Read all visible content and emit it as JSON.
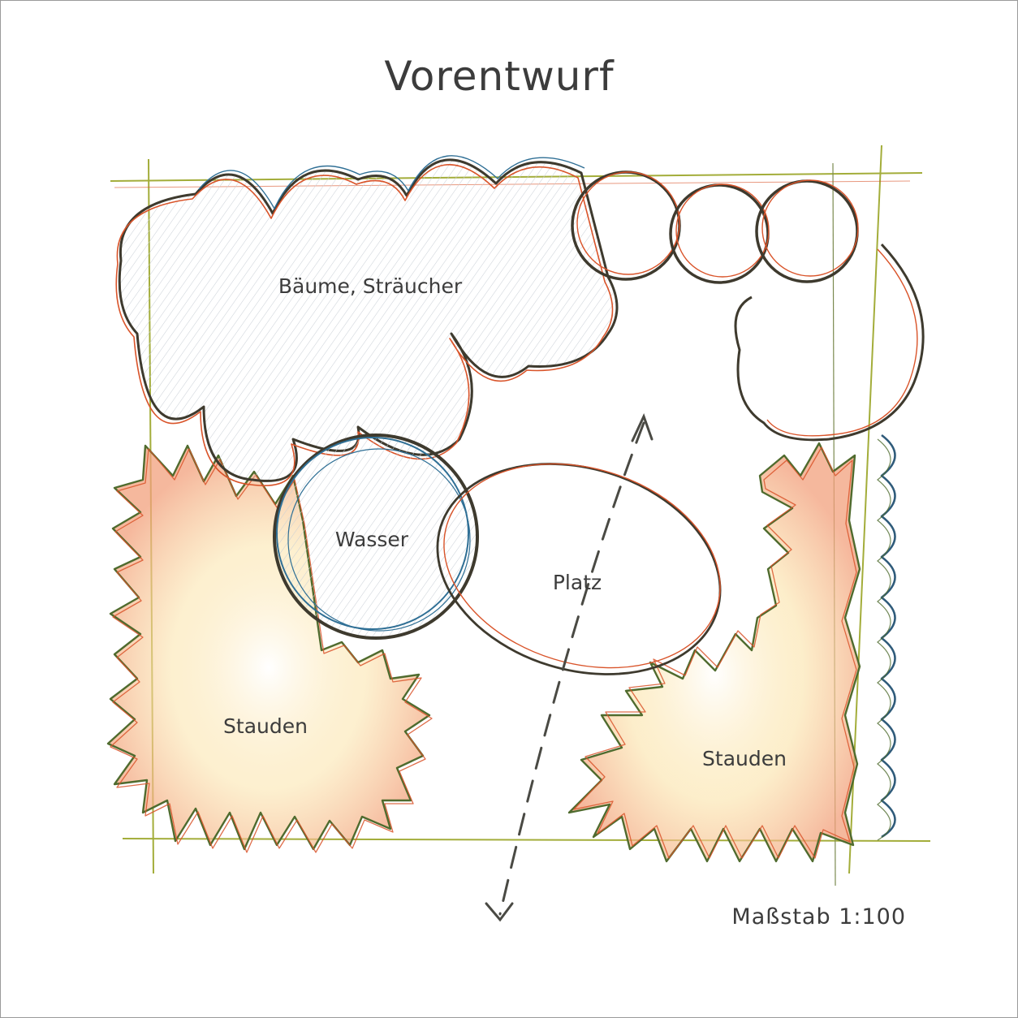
{
  "plan": {
    "title": "Vorentwurf",
    "scale": "Maßstab 1:100",
    "areas": {
      "trees": "Bäume, Sträucher",
      "water": "Wasser",
      "patio": "Platz",
      "perennials_left": "Stauden",
      "perennials_right": "Stauden"
    }
  },
  "colors": {
    "outline_dark": "#3e3a2e",
    "outline_red": "#d9542a",
    "outline_blue": "#2f6f95",
    "outline_green": "#4f6b2e",
    "boundary": "#a3ad3a",
    "perennial_fill": "#f5c46a",
    "perennial_fill2": "#f0a08a",
    "path_arrow": "#4a4a44"
  }
}
